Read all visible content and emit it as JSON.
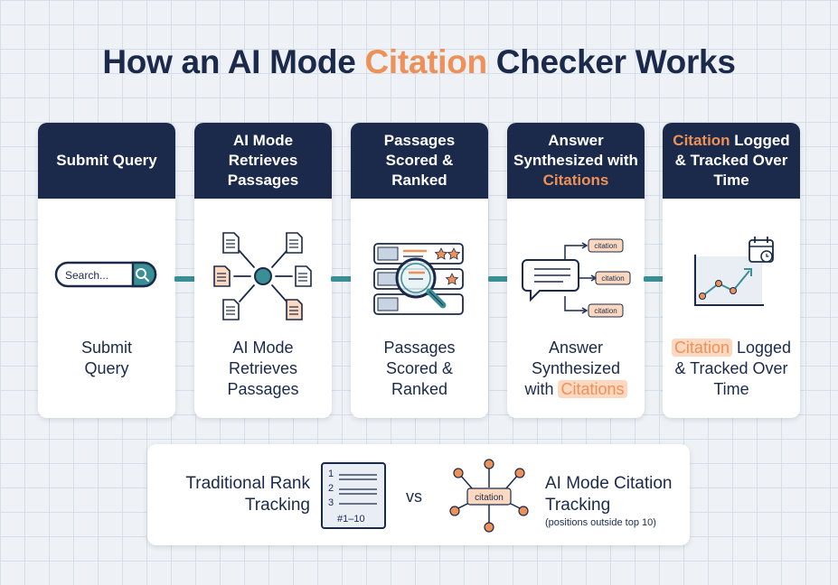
{
  "title": {
    "pre": "How an AI Mode ",
    "accent": "Citation",
    "post": " Checker Works"
  },
  "steps": [
    {
      "header": "Submit Query",
      "label": "Submit Query",
      "search_placeholder": "Search..."
    },
    {
      "header": "AI Mode Retrieves Passages",
      "label": "AI Mode Retrieves Passages"
    },
    {
      "header": "Passages Scored & Ranked",
      "label": "Passages Scored & Ranked"
    },
    {
      "header_pre": "Answer Synthesized with ",
      "header_accent": "Citations",
      "label_pre": "Answer Synthesized with ",
      "label_accent": "Citations",
      "citation_tags": [
        "citation",
        "citation",
        "citation"
      ]
    },
    {
      "header_accent": "Citation",
      "header_post": " Logged & Tracked Over Time",
      "label_accent": "Citation",
      "label_post": " Logged & Tracked Over Time"
    }
  ],
  "comparison": {
    "left_label": "Traditional Rank Tracking",
    "rank_numbers": [
      "1",
      "2",
      "3"
    ],
    "rank_range": "#1–10",
    "vs": "vs",
    "center_tag": "citation",
    "right_label": "AI Mode Citation Tracking",
    "right_note": "(positions outside top 10)"
  },
  "colors": {
    "navy": "#1b2a4a",
    "orange": "#ee9159",
    "teal": "#3a8f94",
    "highlight": "#fbd8bf",
    "grid_bg": "#eef2f6"
  },
  "icons": [
    "search-icon",
    "document-icon",
    "magnifier-icon",
    "star-icon",
    "chat-bubble-icon",
    "calendar-icon",
    "trend-chart-icon",
    "arrow-right-icon",
    "ranked-list-icon",
    "network-icon"
  ]
}
